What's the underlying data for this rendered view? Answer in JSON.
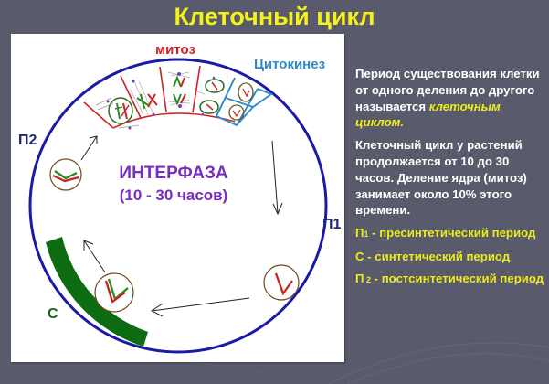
{
  "title": "Клеточный цикл",
  "diagram": {
    "labels": {
      "mitosis": "митоз",
      "cytokinesis": "Цитокинез",
      "interphase": "ИНТЕРФАЗА",
      "interphase_duration": "(10 - 30 часов)",
      "g1": "П1",
      "g2": "П2",
      "s": "С"
    },
    "colors": {
      "cycle_ring": "#1a1aa6",
      "mitosis": "#cc2222",
      "cytokinesis": "#2a8acd",
      "interphase_text": "#7a2ec0",
      "s_phase_band": "#0d6b12",
      "label_dark": "#1b2a6e",
      "s_label": "#0d6b12"
    }
  },
  "text": {
    "para1_plain": "Период существования клетки от одного деления до другого называется",
    "para1_highlight": "клеточным циклом.",
    "para2": "Клеточный цикл у растений продолжается от 10 до 30 часов. Деление ядра (митоз) занимает около 10% этого времени.",
    "defs": [
      {
        "term": "П",
        "sub": "1",
        "desc": " -  пресинтетический период"
      },
      {
        "term": "С",
        "sub": "",
        "desc": " - синтетический период"
      },
      {
        "term": "П",
        "sub": " 2",
        "desc": " -  постсинтетический период"
      }
    ]
  }
}
